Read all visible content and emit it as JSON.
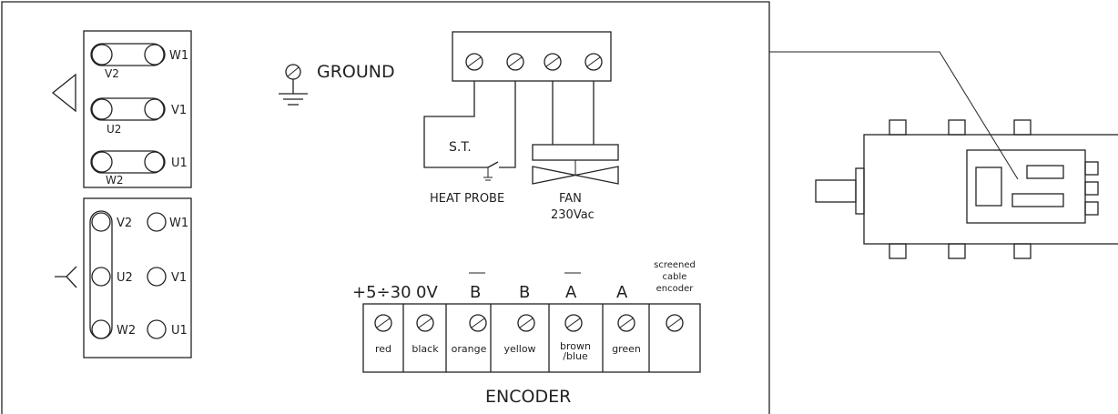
{
  "motor_terminals": {
    "delta": {
      "top_labels": [
        "W1",
        "V1",
        "U1"
      ],
      "bottom_labels": [
        "V2",
        "U2",
        "W2"
      ]
    },
    "star": {
      "left_labels": [
        "V2",
        "U2",
        "W2"
      ],
      "right_labels": [
        "W1",
        "V1",
        "U1"
      ]
    }
  },
  "ground_label": "GROUND",
  "thermal": {
    "st_label": "S.T.",
    "heat_probe_label": "HEAT PROBE"
  },
  "fan": {
    "label_line1": "FAN",
    "label_line2": "230Vac"
  },
  "encoder": {
    "title": "ENCODER",
    "signals": [
      "+5÷30",
      "0V",
      "B",
      "B",
      "A",
      "A"
    ],
    "screened_lines": [
      "screened",
      "cable",
      "encoder"
    ],
    "wires": [
      "red",
      "black",
      "orange",
      "yellow",
      "brown",
      "/blue",
      "green"
    ]
  }
}
